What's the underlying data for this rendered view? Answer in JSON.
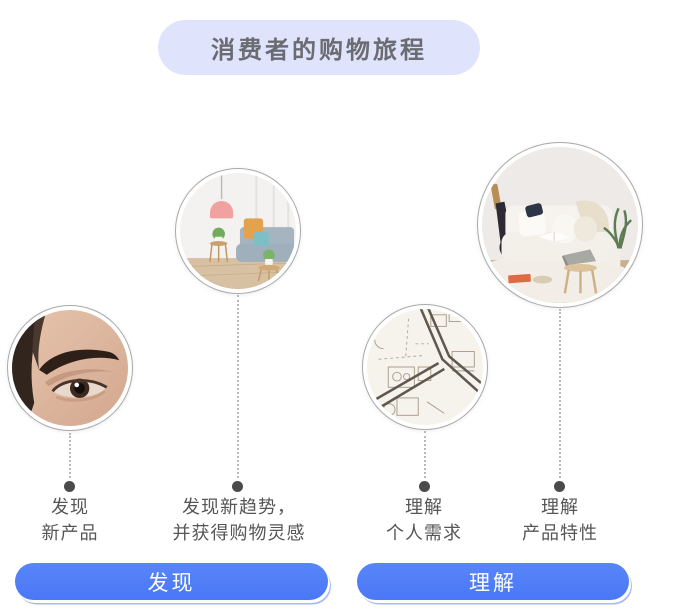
{
  "title": "消费者的购物旅程",
  "stages": [
    {
      "id": "discover-new-products",
      "image": "eye-close-up-photo",
      "line1": "发现",
      "line2": "新产品"
    },
    {
      "id": "discover-trends-inspiration",
      "image": "living-room-photo",
      "line1": "发现新趋势，",
      "line2": "并获得购物灵感"
    },
    {
      "id": "understand-personal-needs",
      "image": "floor-plan-photo",
      "line1": "理解",
      "line2": "个人需求"
    },
    {
      "id": "understand-product-features",
      "image": "white-sofa-photo",
      "line1": "理解",
      "line2": "产品特性"
    }
  ],
  "phases": [
    {
      "label": "发现"
    },
    {
      "label": "理解"
    }
  ],
  "colors": {
    "phase_button_blue": "#4d7cf7",
    "title_pill_bg": "#dfe4fc",
    "text_gray": "#565656",
    "dot_gray": "#4b4b4b"
  }
}
